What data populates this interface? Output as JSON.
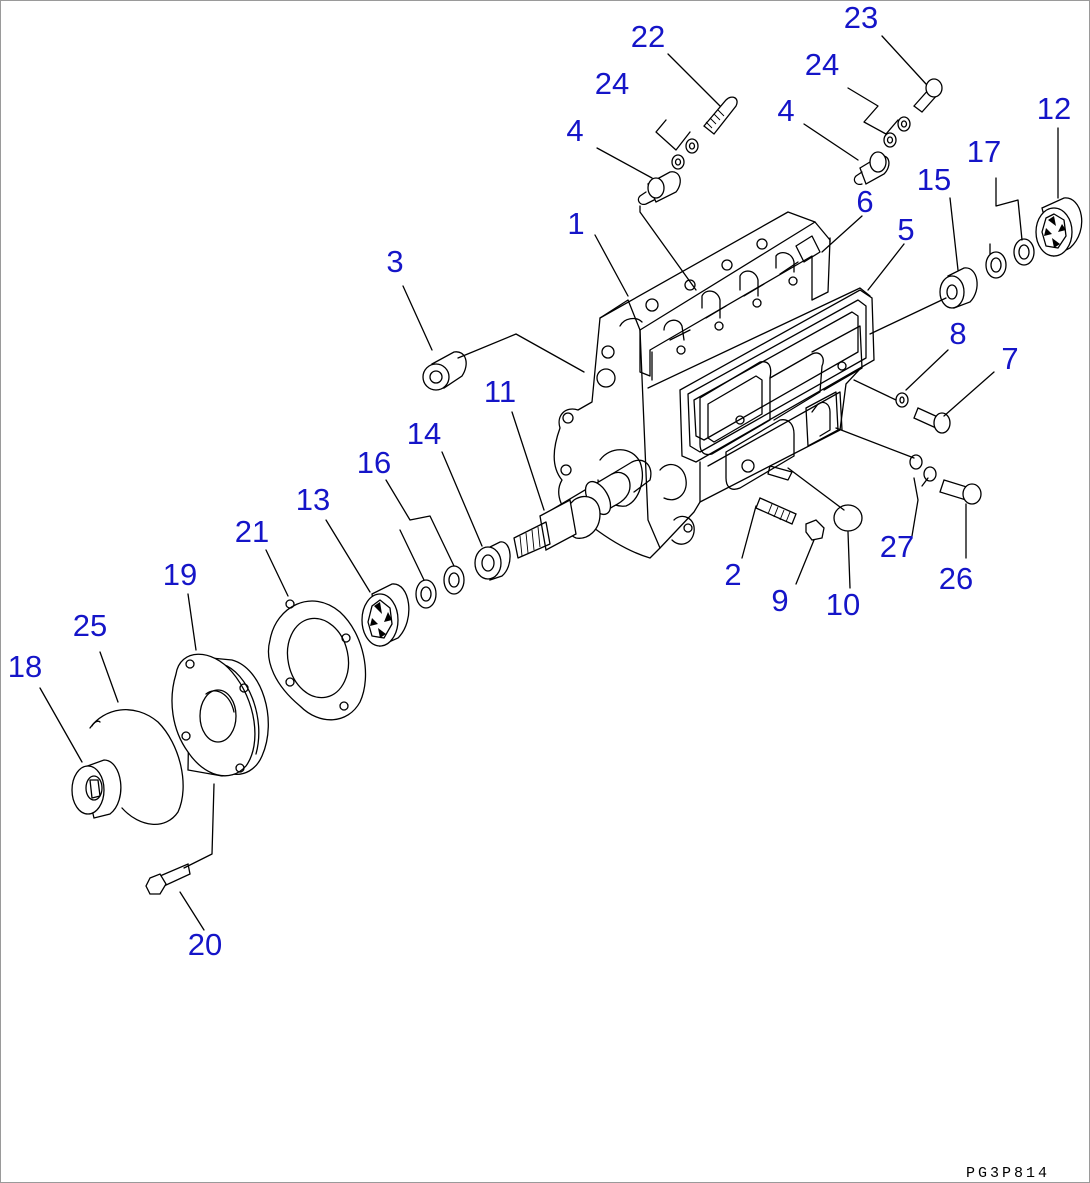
{
  "diagram": {
    "drawing_code": "PG3P814",
    "callouts": [
      {
        "id": "c1",
        "text": "1"
      },
      {
        "id": "c2",
        "text": "2"
      },
      {
        "id": "c3",
        "text": "3"
      },
      {
        "id": "c4a",
        "text": "4"
      },
      {
        "id": "c4b",
        "text": "4"
      },
      {
        "id": "c5",
        "text": "5"
      },
      {
        "id": "c6",
        "text": "6"
      },
      {
        "id": "c7",
        "text": "7"
      },
      {
        "id": "c8",
        "text": "8"
      },
      {
        "id": "c9",
        "text": "9"
      },
      {
        "id": "c10",
        "text": "10"
      },
      {
        "id": "c11",
        "text": "11"
      },
      {
        "id": "c12",
        "text": "12"
      },
      {
        "id": "c13",
        "text": "13"
      },
      {
        "id": "c14",
        "text": "14"
      },
      {
        "id": "c15",
        "text": "15"
      },
      {
        "id": "c16",
        "text": "16"
      },
      {
        "id": "c17",
        "text": "17"
      },
      {
        "id": "c18",
        "text": "18"
      },
      {
        "id": "c19",
        "text": "19"
      },
      {
        "id": "c20",
        "text": "20"
      },
      {
        "id": "c21",
        "text": "21"
      },
      {
        "id": "c22",
        "text": "22"
      },
      {
        "id": "c23",
        "text": "23"
      },
      {
        "id": "c24a",
        "text": "24"
      },
      {
        "id": "c24b",
        "text": "24"
      },
      {
        "id": "c25",
        "text": "25"
      },
      {
        "id": "c26",
        "text": "26"
      },
      {
        "id": "c27",
        "text": "27"
      }
    ],
    "callout_color": "#1515c8",
    "line_color": "#000000"
  }
}
